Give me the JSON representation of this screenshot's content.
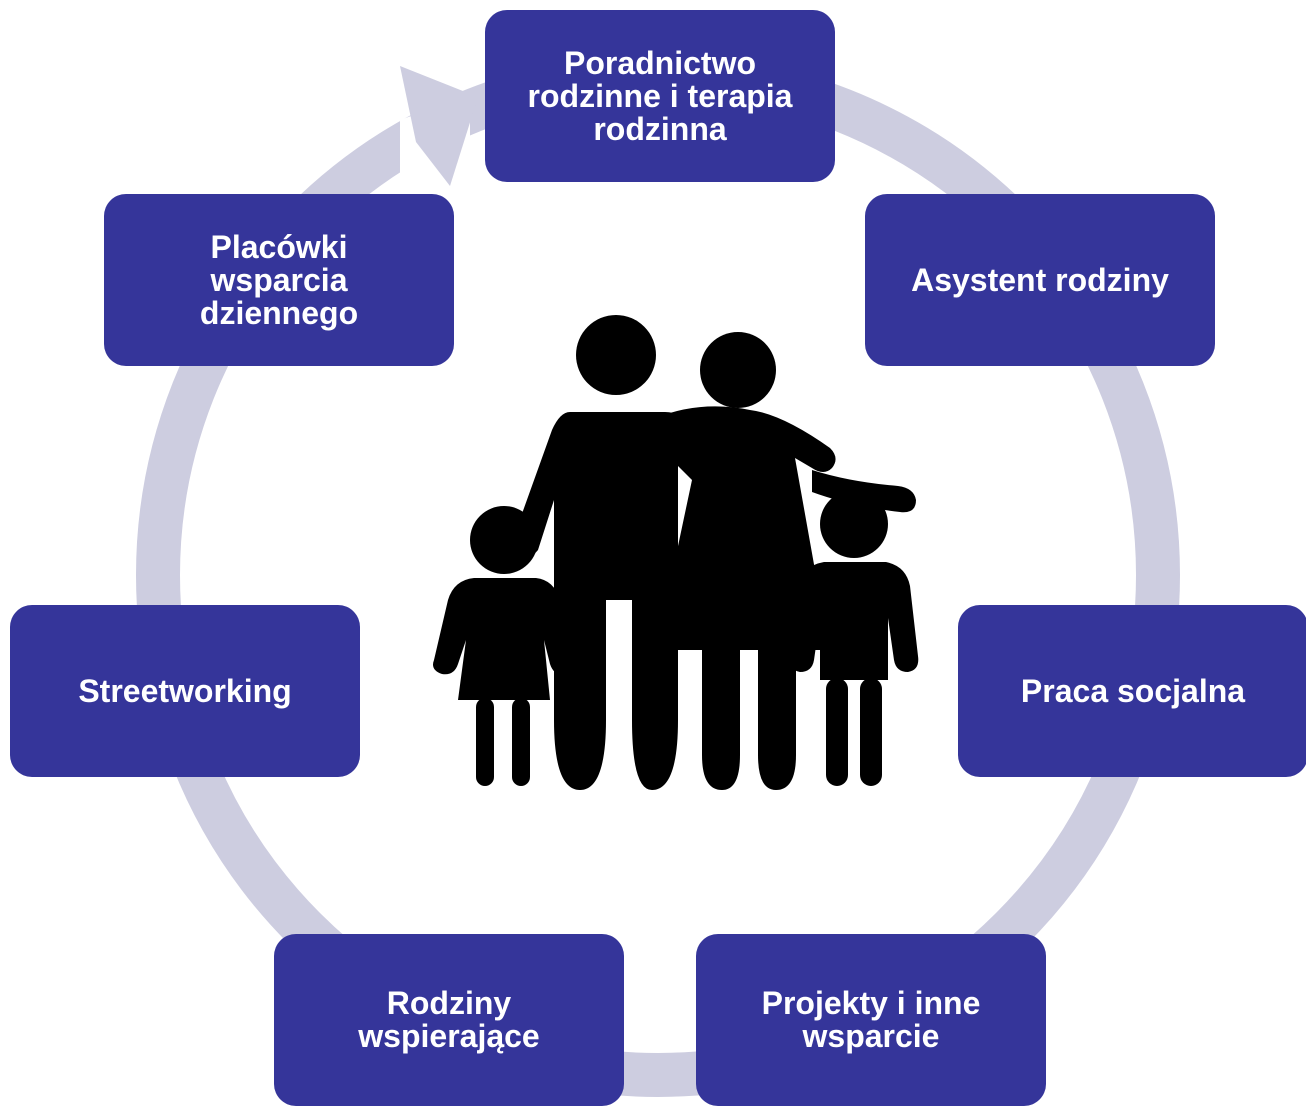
{
  "colors": {
    "node_fill": "#35359a",
    "node_text": "#ffffff",
    "ring": "#cdcde0",
    "figure": "#000000",
    "background": "#ffffff"
  },
  "diagram": {
    "type": "cycle",
    "center_icon": "family-icon",
    "nodes": [
      {
        "id": "poradnictwo",
        "label": "Poradnictwo\nrodzinne i terapia\nrodzinna"
      },
      {
        "id": "asystent",
        "label": "Asystent rodziny"
      },
      {
        "id": "praca",
        "label": "Praca socjalna"
      },
      {
        "id": "projekty",
        "label": "Projekty i inne\nwsparcie"
      },
      {
        "id": "rodziny",
        "label": "Rodziny\nwspierające"
      },
      {
        "id": "streetworking",
        "label": "Streetworking"
      },
      {
        "id": "placowki",
        "label": "Placówki\nwsparcia\ndziennego"
      }
    ]
  }
}
